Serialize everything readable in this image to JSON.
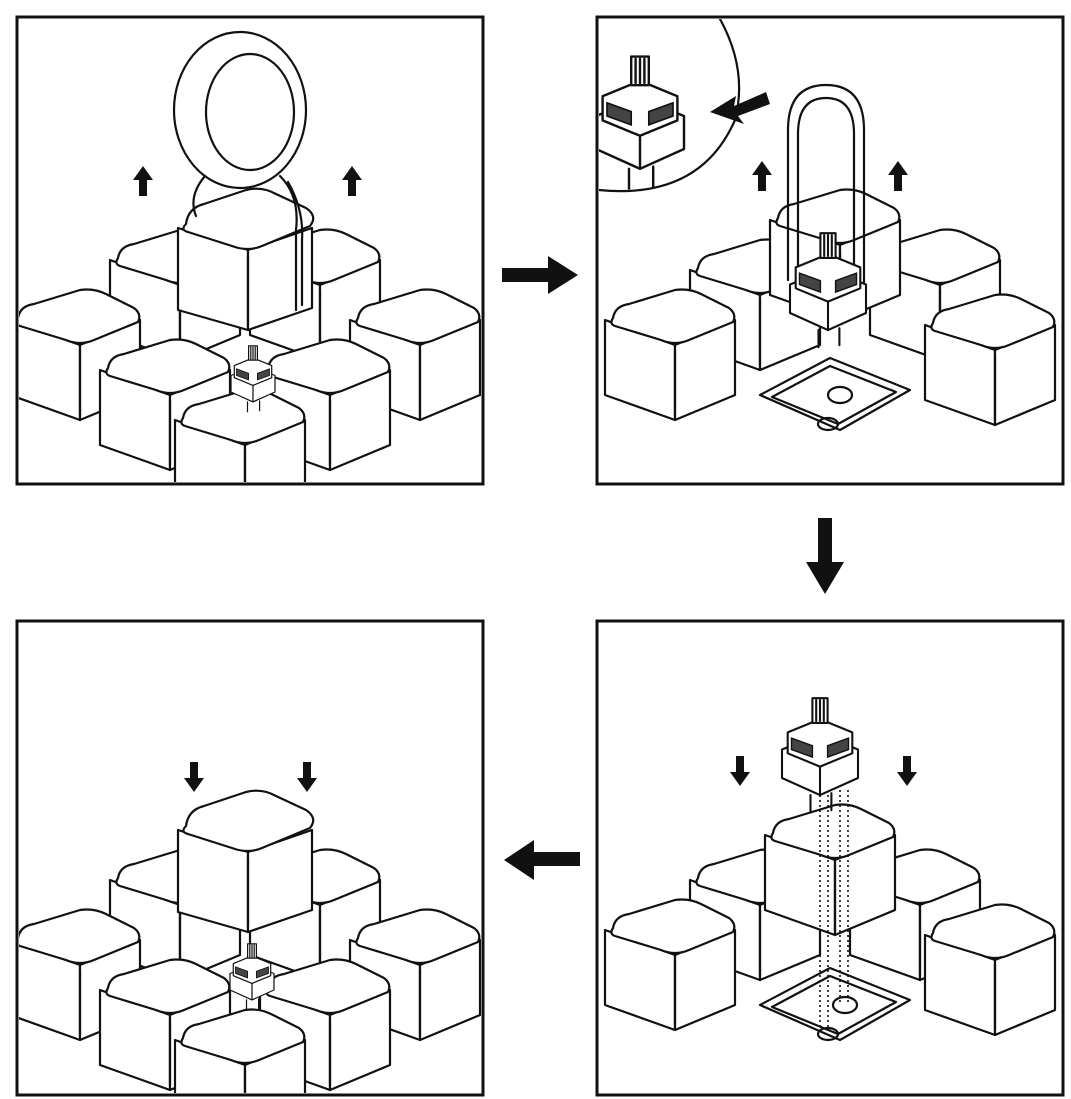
{
  "diagram": {
    "steps": [
      {
        "id": 1,
        "description_icon": "keycap-puller-ring-icon"
      },
      {
        "id": 2,
        "description_icon": "switch-puller-icon"
      },
      {
        "id": 3,
        "description_icon": "switch-insert-icon"
      },
      {
        "id": 4,
        "description_icon": "keycap-replace-icon"
      }
    ],
    "flow_arrows": [
      "arrow-right",
      "arrow-down",
      "arrow-left"
    ],
    "colors": {
      "ink": "#111111",
      "background": "#ffffff"
    }
  }
}
